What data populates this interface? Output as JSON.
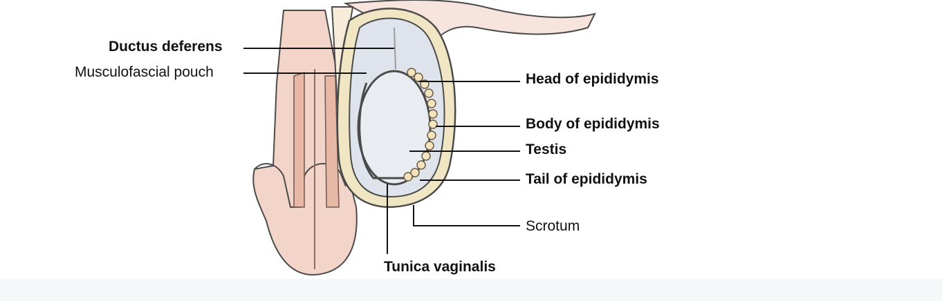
{
  "diagram": {
    "labels": {
      "ductus_deferens": "Ductus deferens",
      "musculofascial_pouch": "Musculofascial pouch",
      "head_of_epididymis": "Head of epididymis",
      "body_of_epididymis": "Body of epididymis",
      "testis": "Testis",
      "tail_of_epididymis": "Tail of epididymis",
      "scrotum": "Scrotum",
      "tunica_vaginalis": "Tunica vaginalis"
    },
    "colors": {
      "skin": "#f3d4c8",
      "skin_dark": "#e8b8a6",
      "fascia": "#f1e6c4",
      "tunica": "#dfe4ec",
      "testis": "#e9edf2",
      "epididymis": "#f4e3bf",
      "background_band": "#f5f8f8",
      "line": "#111111"
    }
  }
}
